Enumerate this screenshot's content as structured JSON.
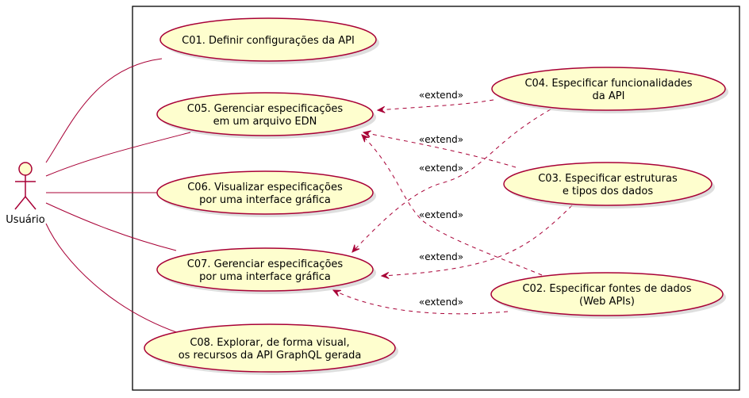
{
  "diagram": {
    "actor": {
      "name": "Usuário"
    },
    "use_cases": {
      "c01": {
        "lines": [
          "C01. Definir configurações da API"
        ]
      },
      "c05": {
        "lines": [
          "C05. Gerenciar especificações",
          "em um arquivo EDN"
        ]
      },
      "c06": {
        "lines": [
          "C06. Visualizar especificações",
          "por uma interface gráfica"
        ]
      },
      "c07": {
        "lines": [
          "C07. Gerenciar especificações",
          "por uma interface gráfica"
        ]
      },
      "c08": {
        "lines": [
          "C08. Explorar, de forma visual,",
          "os recursos da API GraphQL gerada"
        ]
      },
      "c04": {
        "lines": [
          "C04. Especificar funcionalidades",
          "da API"
        ]
      },
      "c03": {
        "lines": [
          "C03. Especificar estruturas",
          "e tipos dos dados"
        ]
      },
      "c02": {
        "lines": [
          "C02. Especificar fontes de dados",
          "(Web APIs)"
        ]
      }
    },
    "extend_label": "«extend»",
    "extends": [
      {
        "from": "c04",
        "to": "c05"
      },
      {
        "from": "c03",
        "to": "c05"
      },
      {
        "from": "c04",
        "to": "c07"
      },
      {
        "from": "c02",
        "to": "c05"
      },
      {
        "from": "c03",
        "to": "c07"
      },
      {
        "from": "c02",
        "to": "c07"
      }
    ],
    "associations": [
      "c01",
      "c05",
      "c06",
      "c07",
      "c08"
    ],
    "colors": {
      "use_case_fill": "#FEFECE",
      "use_case_stroke": "#A80036",
      "shadow": "#C8C8C8",
      "actor_fill": "#FEFECE",
      "actor_stroke": "#A80036",
      "line": "#A80036",
      "boundary": "#000000"
    }
  }
}
